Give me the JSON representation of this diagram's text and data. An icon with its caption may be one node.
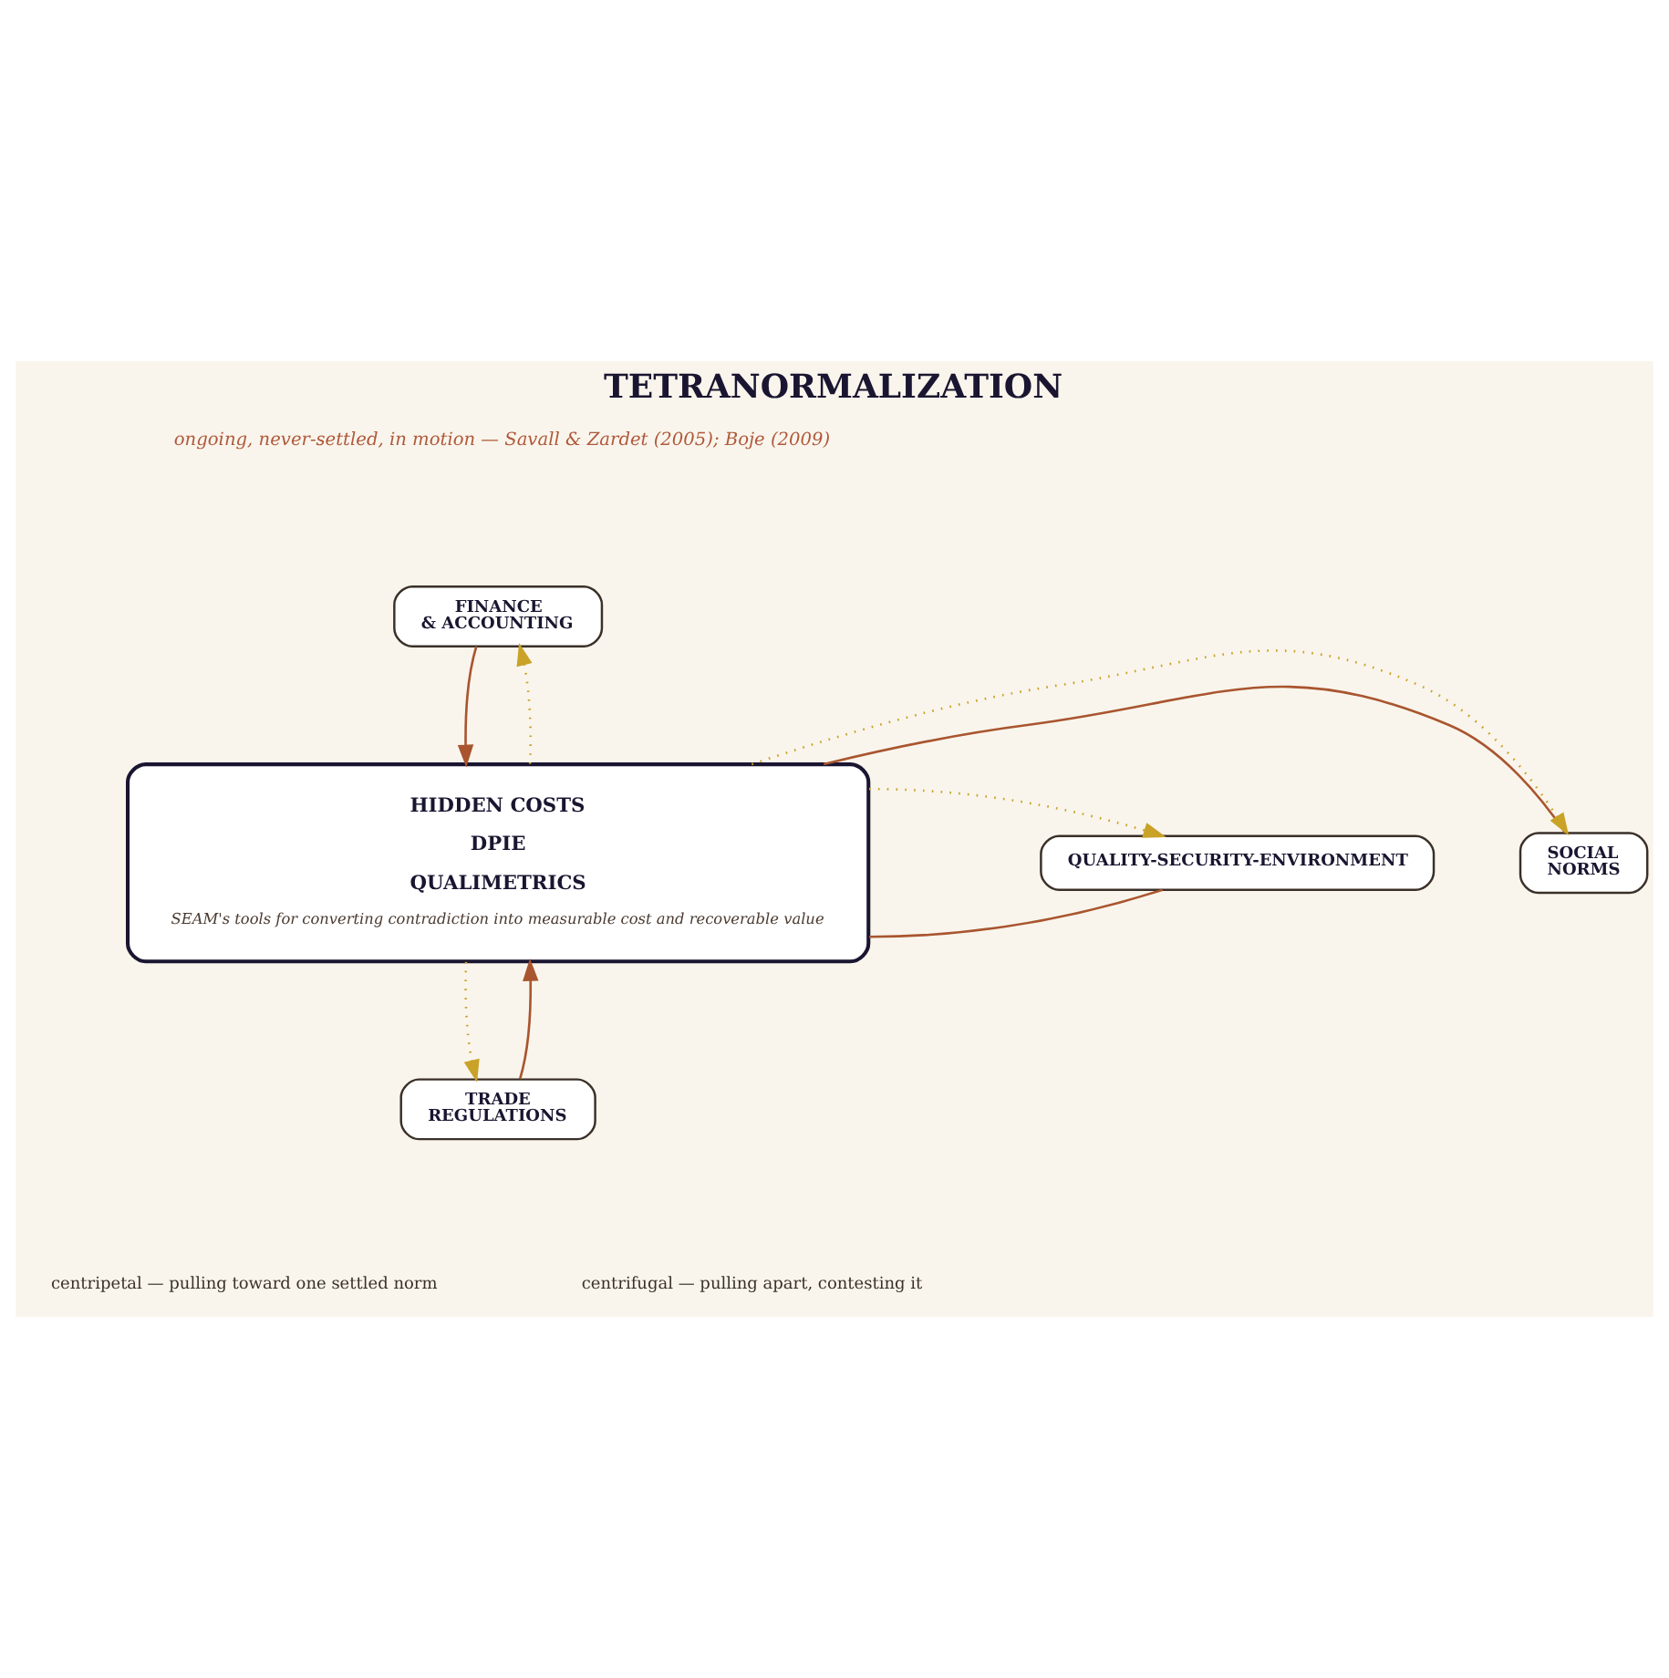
{
  "diagram": {
    "title": "TETRANORMALIZATION",
    "nodes": [
      {
        "text": [
          "FINANCE & ACCOUNTING"
        ]
      },
      {
        "text": [
          "SOCIAL NORMS"
        ]
      },
      {
        "text": [
          "HIDDEN COSTS",
          "DPIE",
          "QUALIMETRICS",
          "SEAM's tools for converting contradiction into measurable cost and recoverable value"
        ]
      },
      {
        "text": [
          "QUALITY-SECURITY-ENVIRONMENT"
        ]
      },
      {
        "text": [
          "TRADE REGULATIONS"
        ]
      }
    ],
    "edges": [
      {
        "from": 0,
        "to": 2,
        "arrow": "to",
        "color": "#a9552f"
      },
      {
        "from": 2,
        "to": 0,
        "arrow": "to",
        "style": "dashed",
        "color": "#c9a227"
      },
      {
        "from": 1,
        "to": 2,
        "arrow": "none",
        "color": "#a9552f"
      },
      {
        "from": 2,
        "to": 1,
        "arrow": "to",
        "style": "dashed",
        "color": "#c9a227"
      },
      {
        "from": 3,
        "to": 2,
        "arrow": "none",
        "color": "#a9552f"
      },
      {
        "from": 2,
        "to": 3,
        "arrow": "to",
        "style": "dashed",
        "color": "#c9a227"
      },
      {
        "from": 4,
        "to": 2,
        "arrow": "to",
        "color": "#a9552f"
      },
      {
        "from": 2,
        "to": 4,
        "arrow": "to",
        "style": "dashed",
        "color": "#c9a227"
      }
    ],
    "labels": [
      "ongoing, never-settled, in motion — Savall & Zardet (2005); Boje (2009)"
    ],
    "legend": [
      {
        "text": "centripetal — pulling toward one settled norm"
      },
      {
        "text": "centrifugal — pulling apart, contesting it"
      }
    ]
  }
}
